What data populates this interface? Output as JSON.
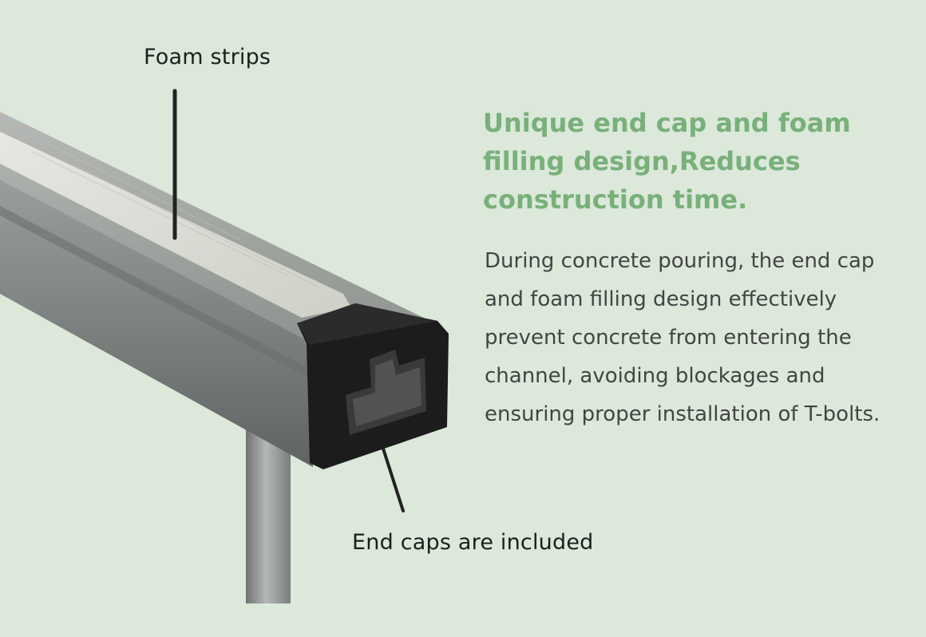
{
  "labels": {
    "foam_strips": "Foam strips",
    "end_caps": "End caps are included"
  },
  "headline": "Unique end cap and foam filling design,Reduces construction time.",
  "body": "During concrete pouring, the end cap and foam filling design effectively prevent concrete from entering the channel, avoiding blockages and ensuring proper installation of T-bolts.",
  "colors": {
    "background": "#dbe8da",
    "headline": "#79b07a",
    "body_text": "#444444",
    "label_text": "#1e1e1e",
    "pointer_line": "#222222",
    "channel_metal": "#8e9290",
    "foam_strip": "#d7d8d0",
    "end_cap": "#1c1c1c"
  }
}
